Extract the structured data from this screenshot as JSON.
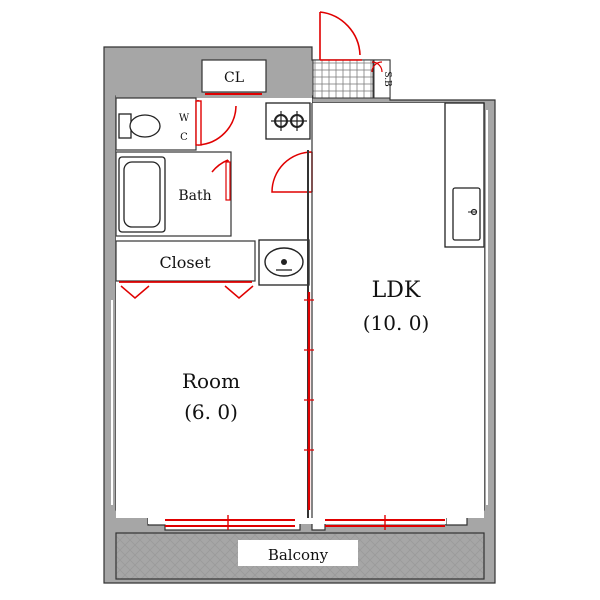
{
  "rooms": {
    "ldk": {
      "name": "LDK",
      "size": "(10. 0)"
    },
    "room": {
      "name": "Room",
      "size": "(6. 0)"
    },
    "bath": {
      "name": "Bath"
    },
    "closet": {
      "name": "Closet"
    },
    "cl": {
      "name": "CL"
    },
    "wc": {
      "line1": "W",
      "line2": "C"
    },
    "sb": {
      "name": "S.B"
    },
    "balcony": {
      "name": "Balcony"
    }
  },
  "colors": {
    "wall": "#a6a6a6",
    "wall_edge": "#333333",
    "door": "#e00000",
    "fixture": "#222222",
    "tile": "#7d7d7d"
  }
}
